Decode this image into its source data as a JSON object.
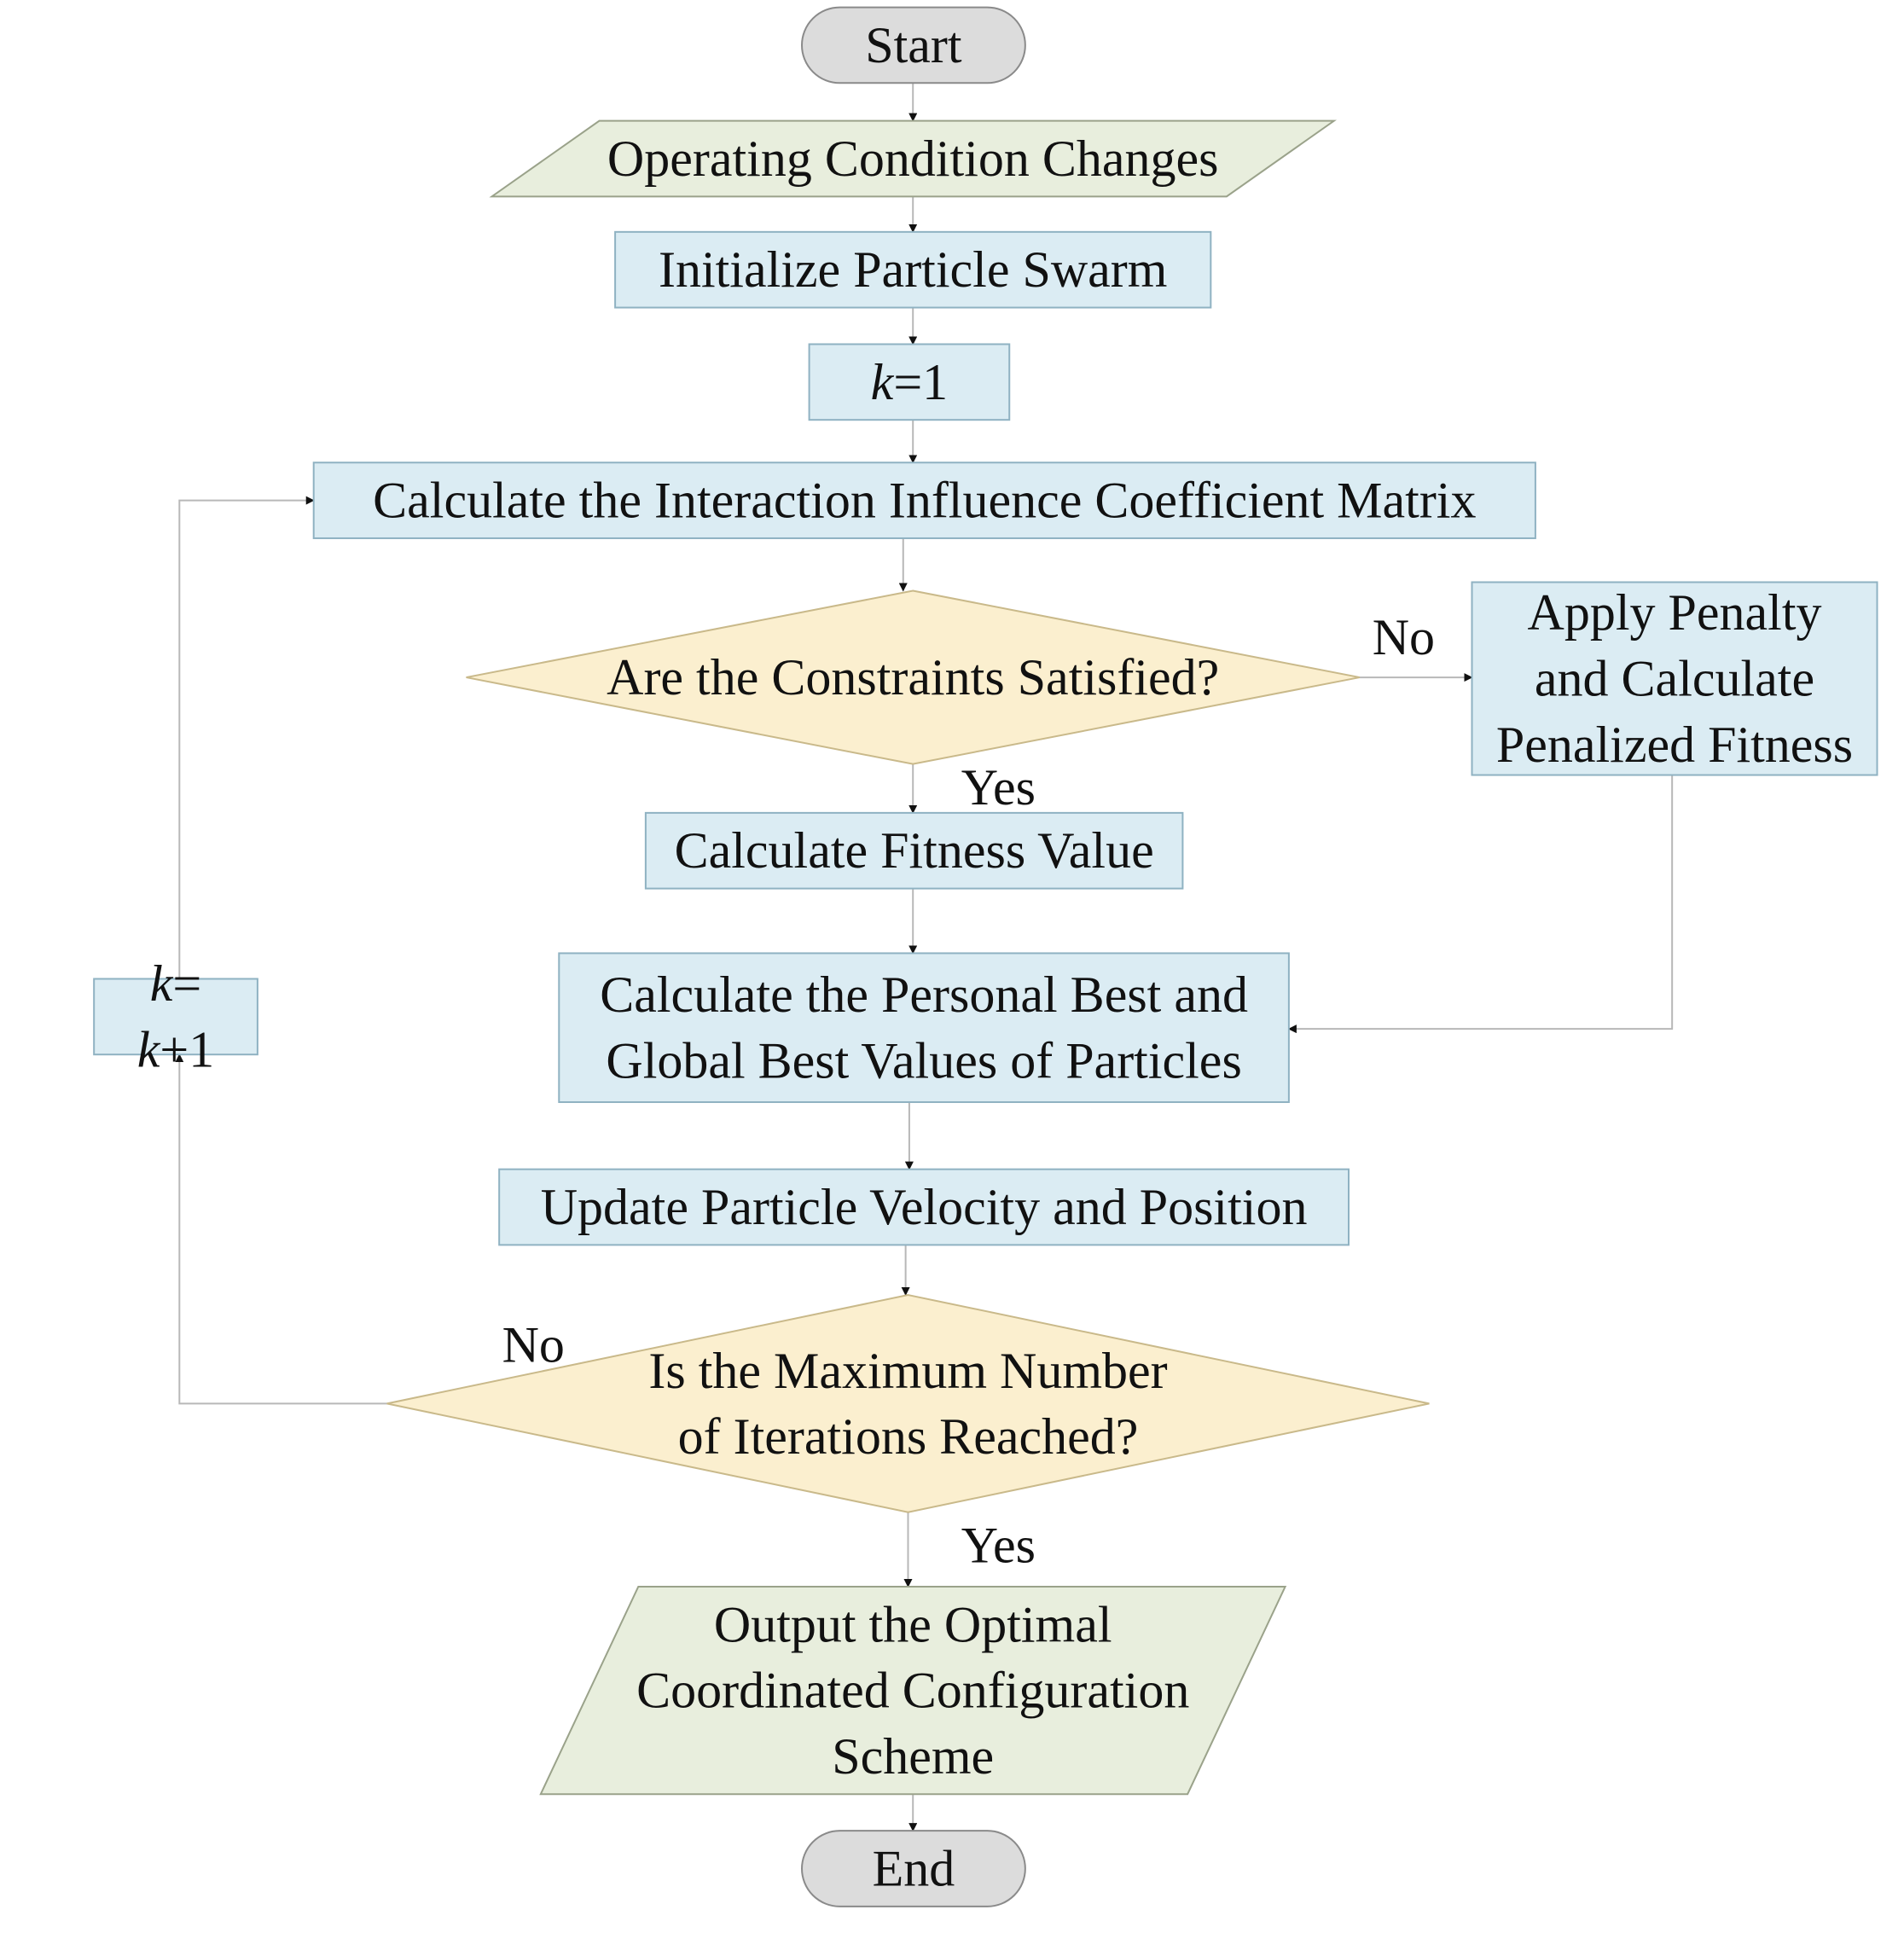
{
  "flowchart": {
    "colors": {
      "terminal_fill": "#dcdcdc",
      "terminal_stroke": "#8a8a8a",
      "io_fill": "#e8eedd",
      "io_stroke": "#9aa28a",
      "process_fill": "#dbecf3",
      "process_stroke": "#8fb2c2",
      "decision_fill": "#fbefcf",
      "decision_stroke": "#c9b98a",
      "arrow": "#111111",
      "line": "#b8b8b8"
    },
    "nodes": {
      "start": {
        "shape": "terminal",
        "lines": [
          "Start"
        ]
      },
      "operating_condition": {
        "shape": "io",
        "lines": [
          "Operating Condition Changes"
        ]
      },
      "initialize_swarm": {
        "shape": "process",
        "lines": [
          "Initialize Particle Swarm"
        ]
      },
      "k_init": {
        "shape": "process",
        "lines": [
          {
            "italic": "k",
            "rest": "=1"
          }
        ]
      },
      "interaction_matrix": {
        "shape": "process",
        "lines": [
          "Calculate the Interaction Influence Coefficient Matrix"
        ]
      },
      "constraints_check": {
        "shape": "decision",
        "lines": [
          "Are the Constraints Satisfied?"
        ]
      },
      "apply_penalty": {
        "shape": "process",
        "lines": [
          "Apply Penalty",
          "and Calculate",
          "Penalized Fitness"
        ]
      },
      "fitness_value": {
        "shape": "process",
        "lines": [
          "Calculate Fitness Value"
        ]
      },
      "personal_global_best": {
        "shape": "process",
        "lines": [
          "Calculate the Personal Best and",
          "Global Best Values of Particles"
        ]
      },
      "update_velocity": {
        "shape": "process",
        "lines": [
          "Update Particle Velocity and Position"
        ]
      },
      "max_iterations_check": {
        "shape": "decision",
        "lines": [
          "Is the Maximum Number",
          "of Iterations Reached?"
        ]
      },
      "output_scheme": {
        "shape": "io",
        "lines": [
          "Output the Optimal",
          "Coordinated Configuration",
          "Scheme"
        ]
      },
      "end": {
        "shape": "terminal",
        "lines": [
          "End"
        ]
      },
      "k_increment": {
        "shape": "process",
        "lines": [
          {
            "italic": "k",
            "rest": "="
          },
          {
            "italic": "k",
            "rest": "+1"
          }
        ]
      }
    },
    "edge_labels": {
      "constraints_no": "No",
      "constraints_yes": "Yes",
      "iterations_no": "No",
      "iterations_yes": "Yes"
    }
  }
}
